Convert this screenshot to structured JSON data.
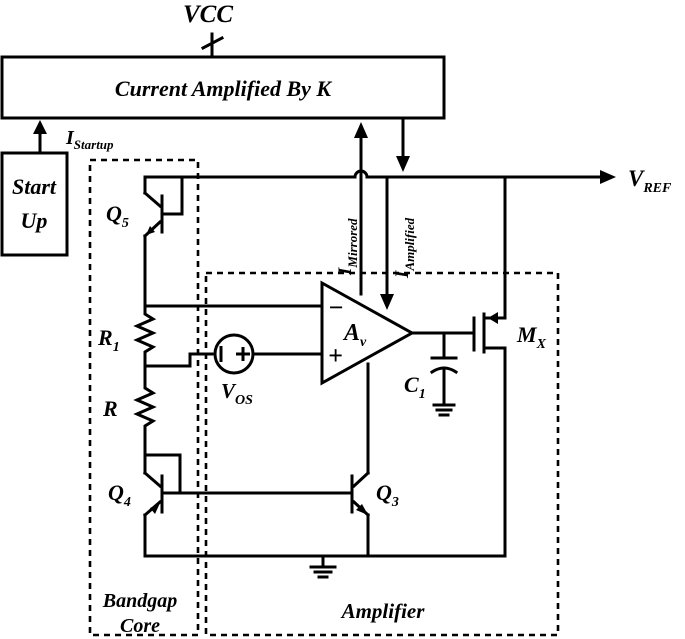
{
  "labels": {
    "vcc": "VCC",
    "current_amp": "Current Amplified By K",
    "i_startup": "I",
    "i_startup_sub": "Startup",
    "startup_line1": "Start",
    "startup_line2": "Up",
    "vref": "V",
    "vref_sub": "REF",
    "i_mirrored": "I",
    "i_mirrored_sub": "Mirrored",
    "i_amplified": "I",
    "i_amplified_sub": "Amplified",
    "q5": "Q",
    "q5_sub": "5",
    "r1": "R",
    "r1_sub": "1",
    "r": "R",
    "q4": "Q",
    "q4_sub": "4",
    "q3": "Q",
    "q3_sub": "3",
    "vos": "V",
    "vos_sub": "OS",
    "av": "A",
    "av_sub": "v",
    "c1": "C",
    "c1_sub": "1",
    "mx": "M",
    "mx_sub": "X",
    "bandgap_line1": "Bandgap",
    "bandgap_line2": "Core",
    "amplifier": "Amplifier",
    "opamp_minus": "−",
    "opamp_plus": "+",
    "vos_minus": "−",
    "vos_plus": "+"
  },
  "colors": {
    "line": "#000000",
    "background": "#ffffff"
  }
}
